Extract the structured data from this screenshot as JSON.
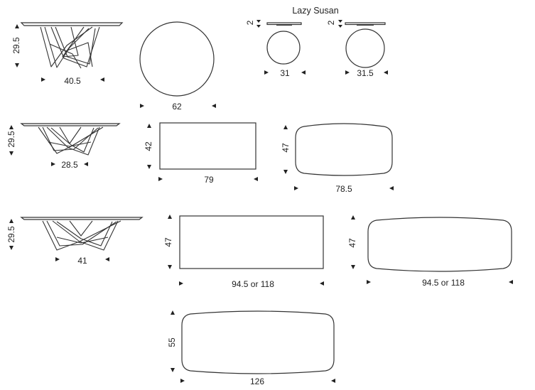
{
  "lazy_susan": {
    "title": "Lazy Susan"
  },
  "drawings": {
    "round_elevation": {
      "height": "29.5",
      "width": "40.5"
    },
    "round_plan": {
      "width": "62"
    },
    "lazy_susan_small": {
      "thickness": "2",
      "width": "31"
    },
    "lazy_susan_large": {
      "thickness": "2",
      "width": "31.5"
    },
    "medium_elevation": {
      "height": "29.5",
      "width": "28.5"
    },
    "rect_medium": {
      "depth": "42",
      "width": "79"
    },
    "barrel_medium": {
      "depth": "47",
      "width": "78.5"
    },
    "large_elevation": {
      "height": "29.5",
      "width": "41"
    },
    "rect_large": {
      "depth": "47",
      "width": "94.5 or 118"
    },
    "barrel_large": {
      "depth": "47",
      "width": "94.5 or 118"
    },
    "barrel_xl": {
      "depth": "55",
      "width": "126"
    }
  },
  "colors": {
    "line": "#333333",
    "text": "#222222",
    "background": "#ffffff"
  }
}
